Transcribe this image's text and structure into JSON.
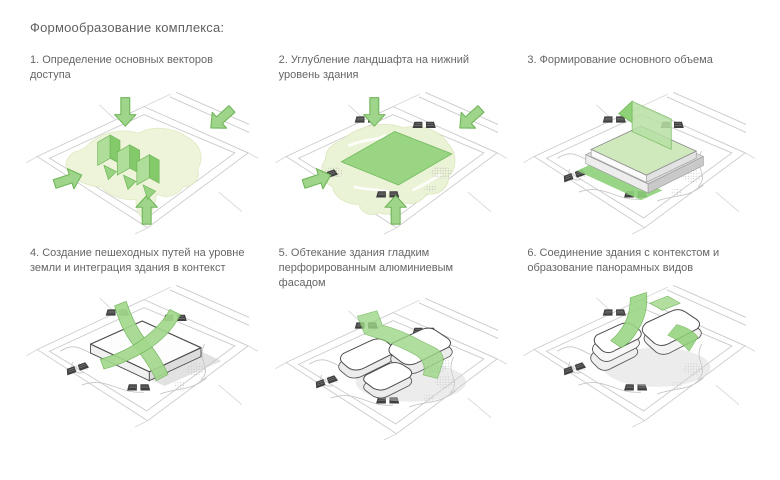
{
  "page": {
    "title": "Формообразование комплекса:"
  },
  "steps": [
    {
      "num": "1",
      "lines": [
        "1. Определение основных векторов доступа"
      ]
    },
    {
      "num": "2",
      "lines": [
        "2. Углубление ландшафта на нижний",
        "уровень здания"
      ]
    },
    {
      "num": "3",
      "lines": [
        "3. Формирование основного объема"
      ]
    },
    {
      "num": "4",
      "lines": [
        "4. Создание пешеходных путей на уровне",
        "земли и интеграция здания в контекст"
      ]
    },
    {
      "num": "5",
      "lines": [
        "5. Обтекание здания гладким",
        "перфорированным алюминиевым фасадом"
      ]
    },
    {
      "num": "6",
      "lines": [
        "6. Соединение здания с контекстом и",
        "образование панорамных видов"
      ]
    }
  ],
  "colors": {
    "accent_green": "#8fd177",
    "arrow_green": "#9ed58a",
    "plaza_green": "#99d583",
    "site_light_green": "#eef4da",
    "roof_light_green": "#cfe9bd",
    "green_outline": "#6fb558",
    "road_gray": "#cbcbcb",
    "dark_detail": "#3f3f3f",
    "text_gray": "#666666"
  }
}
